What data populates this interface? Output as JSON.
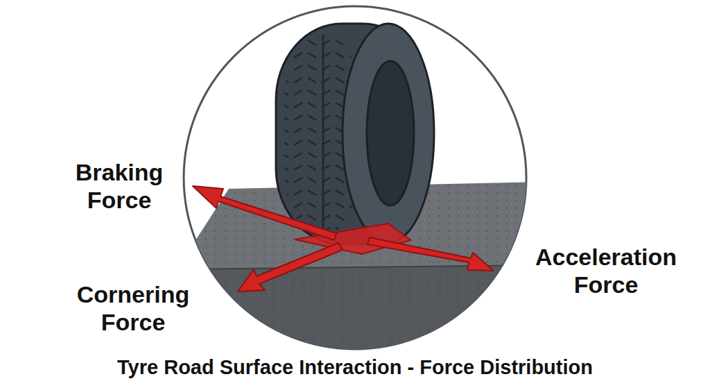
{
  "diagram": {
    "title": "Tyre Road Surface Interaction - Force Distribution",
    "labels": [
      "Braking Force",
      "Cornering Force",
      "Acceleration Force"
    ]
  }
}
